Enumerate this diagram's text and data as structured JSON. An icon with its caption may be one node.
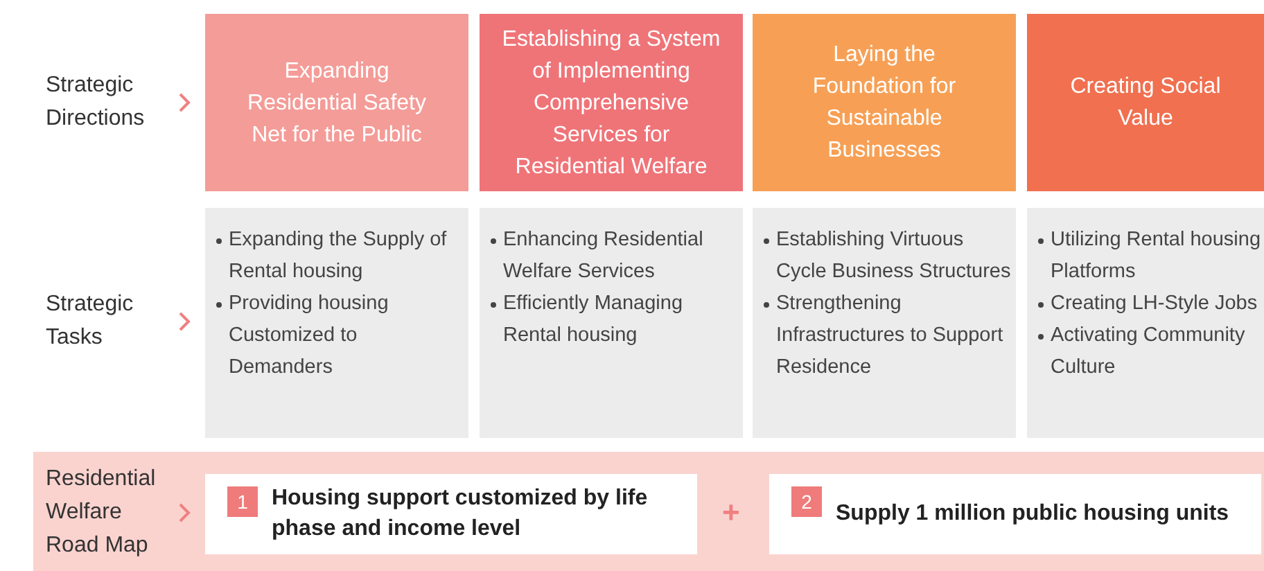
{
  "diagram": {
    "nodes": [
      {
        "text": [
          "Expanding Residential Safety Net for the Public"
        ]
      },
      {
        "text": [
          "Establishing a System of Implementing Comprehensive Services for Residential Welfare"
        ]
      },
      {
        "text": [
          "Laying the Foundation for Sustainable Businesses"
        ]
      },
      {
        "text": [
          "Creating Social Value"
        ]
      },
      {
        "text": [
          "Expanding the Supply of Rental housing",
          "Providing housing Customized to Demanders"
        ]
      },
      {
        "text": [
          "Enhancing Residential Welfare Services",
          "Efficiently Managing Rental housing"
        ]
      },
      {
        "text": [
          "Establishing Virtuous Cycle Business Structures",
          "Strengthening Infrastructures to Support Residence"
        ]
      },
      {
        "text": [
          "Utilizing Rental housing Platforms",
          "Creating LH-Style Jobs",
          "Activating Community Culture"
        ]
      },
      {
        "text": [
          "Residential Welfare Road Map"
        ]
      },
      {
        "text": [
          "1",
          "Housing support customized by life phase and income level"
        ],
        "in": 8
      },
      {
        "text": [
          "2",
          "Supply 1 million public housing units"
        ],
        "in": 8
      }
    ],
    "labels": [
      "Strategic Directions",
      "Strategic Tasks",
      "+"
    ]
  }
}
